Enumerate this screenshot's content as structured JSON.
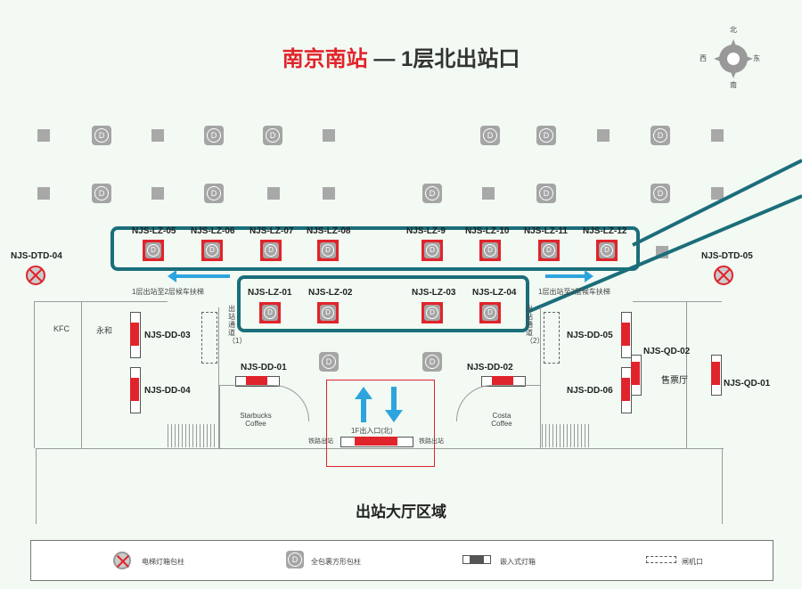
{
  "title": {
    "station": "南京南站",
    "dash": "—",
    "area": "1层北出站口"
  },
  "compass": {
    "n": "北",
    "s": "南",
    "w": "西",
    "e": "东"
  },
  "top_group_labels": [
    "NJS-LZ-05",
    "NJS-LZ-06",
    "NJS-LZ-07",
    "NJS-LZ-08",
    "NJS-LZ-9",
    "NJS-LZ-10",
    "NJS-LZ-11",
    "NJS-LZ-12"
  ],
  "bottom_group_labels": [
    "NJS-LZ-01",
    "NJS-LZ-02",
    "NJS-LZ-03",
    "NJS-LZ-04"
  ],
  "dtd": {
    "left": "NJS-DTD-04",
    "right": "NJS-DTD-05"
  },
  "dd": {
    "dd03": "NJS-DD-03",
    "dd04": "NJS-DD-04",
    "dd01": "NJS-DD-01",
    "dd02": "NJS-DD-02",
    "dd05": "NJS-DD-05",
    "dd06": "NJS-DD-06"
  },
  "qd": {
    "qd02": "NJS-QD-02",
    "qd01": "NJS-QD-01"
  },
  "escalator": {
    "left": "1层出站至2层候车扶梯",
    "right": "1层出站至2层候车扶梯"
  },
  "shops": {
    "kfc": "KFC",
    "yonghe": "永和",
    "starbucks": "Starbucks Coffee",
    "costa": "Costa Coffee",
    "ticket": "售票厅"
  },
  "exits": {
    "left": "出站通道（1）",
    "right": "出站通道（2）"
  },
  "entrance": {
    "label": "1F出入口(北)",
    "gate_left": "铁路出站",
    "gate_right": "铁路出站"
  },
  "hall": "出站大厅区域",
  "legend": {
    "item1": "电梯灯箱包柱",
    "item2": "全包裹方形包柱",
    "item3": "嵌入式灯箱",
    "item4": "闸机口"
  },
  "colors": {
    "ad_red": "#e0242b",
    "teal": "#1b6e7a",
    "escalator_blue": "#2ea4de"
  }
}
